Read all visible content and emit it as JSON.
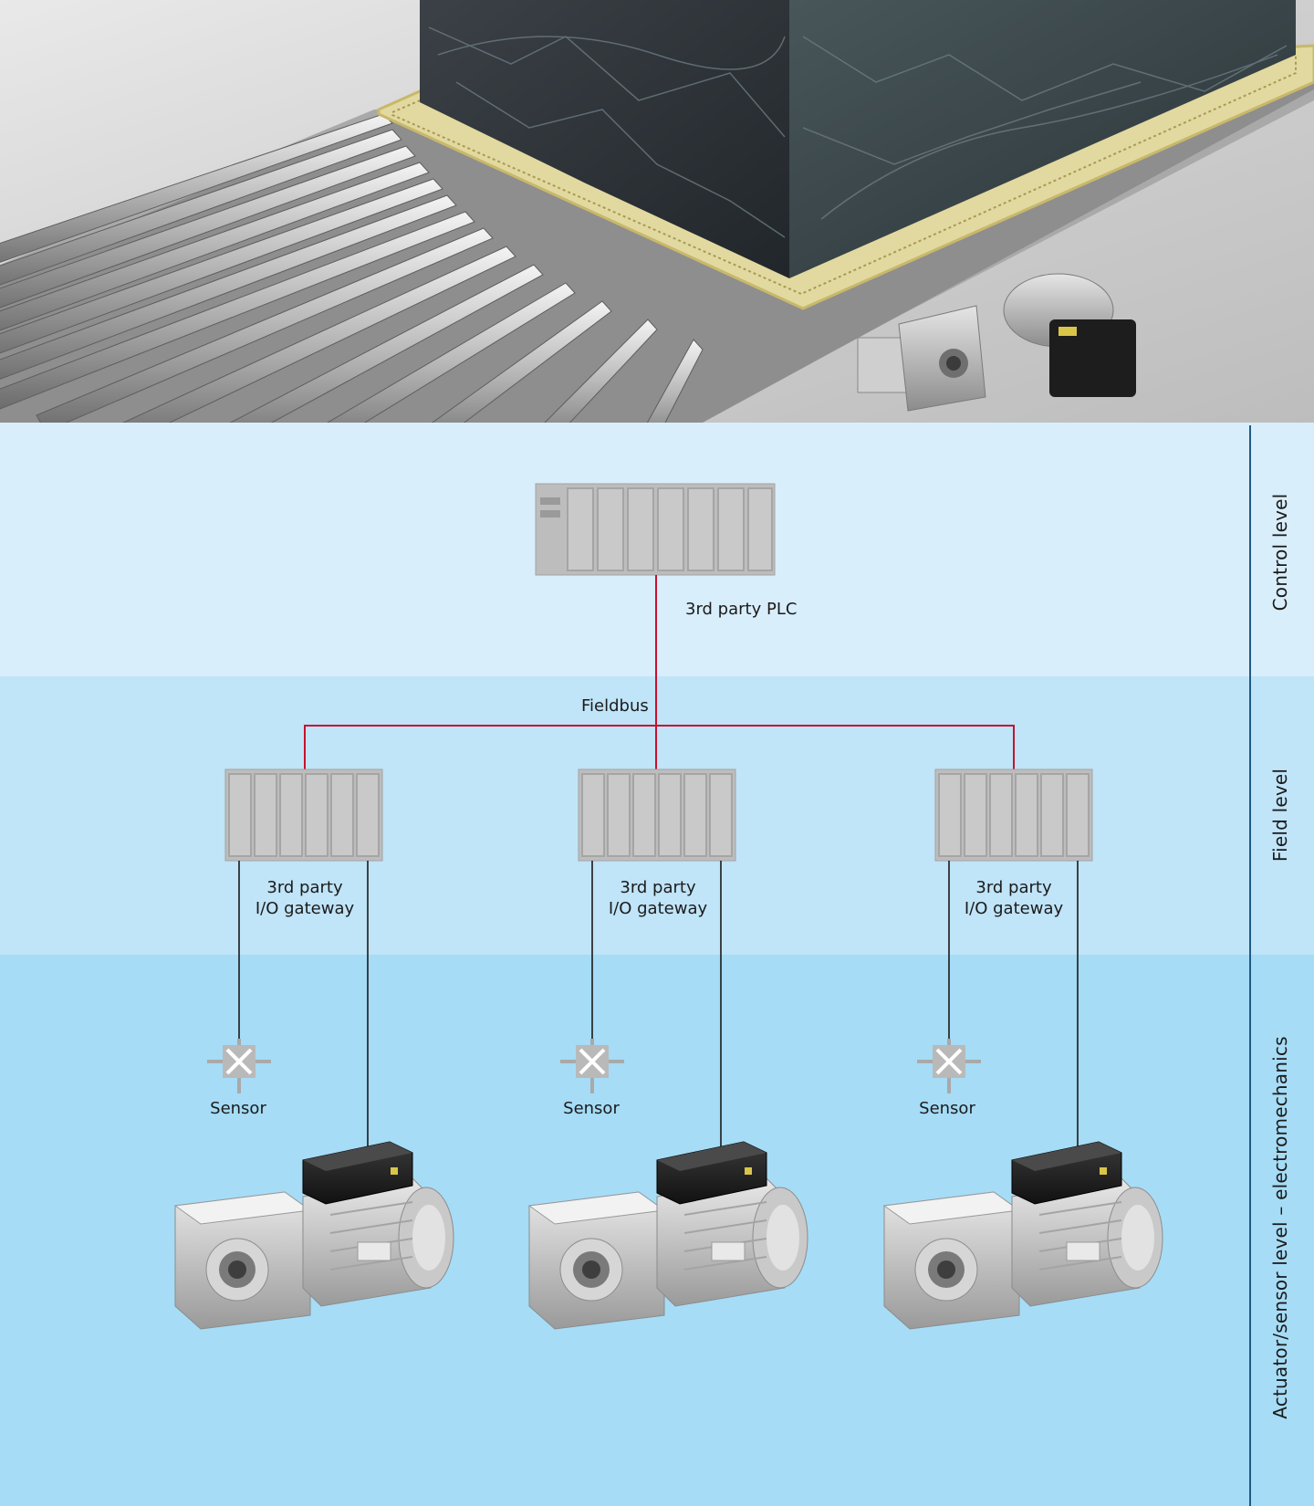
{
  "levels": {
    "control": "Control level",
    "field": "Field level",
    "actuator": "Actuator/sensor level – electromechanics"
  },
  "plc": {
    "label": "3rd party PLC"
  },
  "bus": {
    "label": "Fieldbus"
  },
  "gateways": [
    {
      "line1": "3rd party",
      "line2": "I/O gateway"
    },
    {
      "line1": "3rd party",
      "line2": "I/O gateway"
    },
    {
      "line1": "3rd party",
      "line2": "I/O gateway"
    }
  ],
  "sensors": [
    {
      "label": "Sensor"
    },
    {
      "label": "Sensor"
    },
    {
      "label": "Sensor"
    }
  ],
  "colors": {
    "fieldbus": "#c8102e",
    "signal_line": "#1a1a1a",
    "control_band": "#d9eefb",
    "field_band": "#c0e4f8",
    "actuator_band": "#a6dcf6",
    "module_gray": "#b3b3b3",
    "level_divider": "#1f5b86"
  }
}
